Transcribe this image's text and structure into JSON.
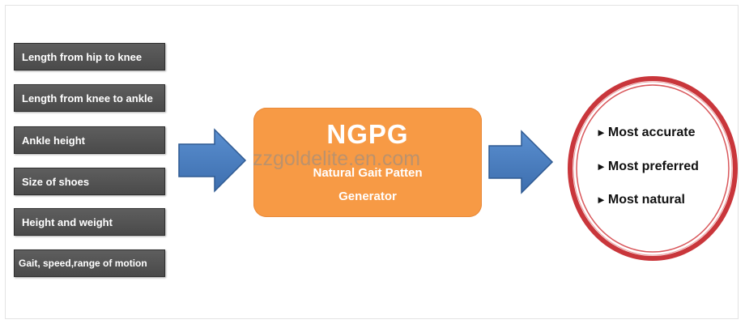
{
  "inputs": [
    "Length from hip to knee",
    "Length from knee to ankle",
    "Ankle height",
    "Size of shoes",
    "Height and weight",
    "Gait, speed,range of motion"
  ],
  "generator": {
    "title": "NGPG",
    "subtitle_line1": "Natural Gait Patten",
    "subtitle_line2": "Generator"
  },
  "outputs": {
    "bullet": "►",
    "items": [
      "Most accurate",
      "Most preferred",
      "Most natural"
    ]
  },
  "watermark": "zzgoldelite.en.com",
  "colors": {
    "input_box": "#545454",
    "arrow": "#4a7fc1",
    "generator": "#f79a45",
    "ring": "#c9363b"
  }
}
